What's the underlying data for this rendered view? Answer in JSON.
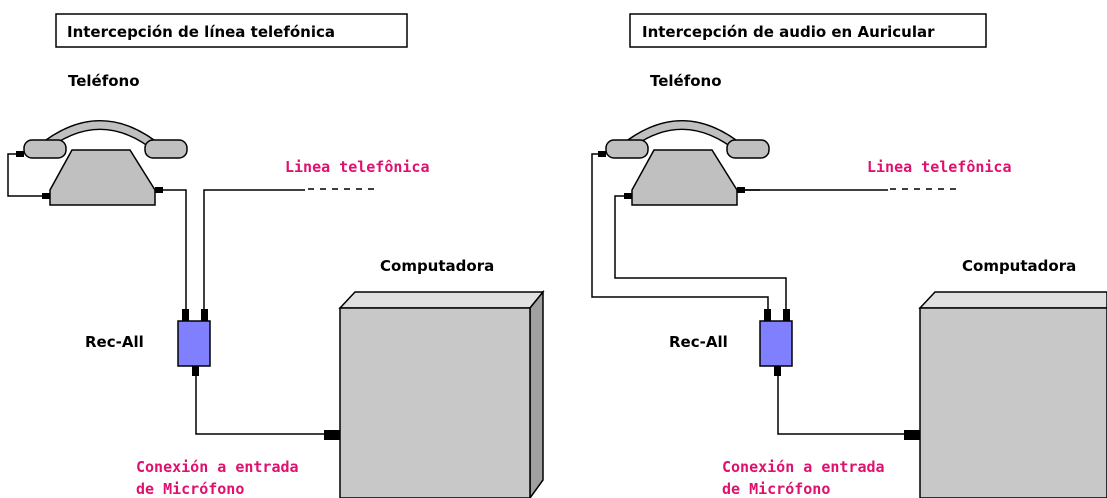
{
  "panels": [
    {
      "title": "Intercepción de línea telefónica",
      "phone_label": "Teléfono",
      "line_label": "Linea telefônica",
      "computer_label": "Computadora",
      "device_label": "Rec-All",
      "mic_label_line1": "Conexión a entrada",
      "mic_label_line2": "de Micrófono"
    },
    {
      "title": "Intercepción de audio en Auricular",
      "phone_label": "Teléfono",
      "line_label": "Linea telefônica",
      "computer_label": "Computadora",
      "device_label": "Rec-All",
      "mic_label_line1": "Conexión a entrada",
      "mic_label_line2": "de Micrófono"
    }
  ],
  "colors": {
    "label_accent": "#e0106e",
    "device_fill": "#8080ff",
    "phone_fill": "#c0c0c0",
    "computer_front": "#c8c8c8",
    "computer_side": "#a0a0a0"
  }
}
